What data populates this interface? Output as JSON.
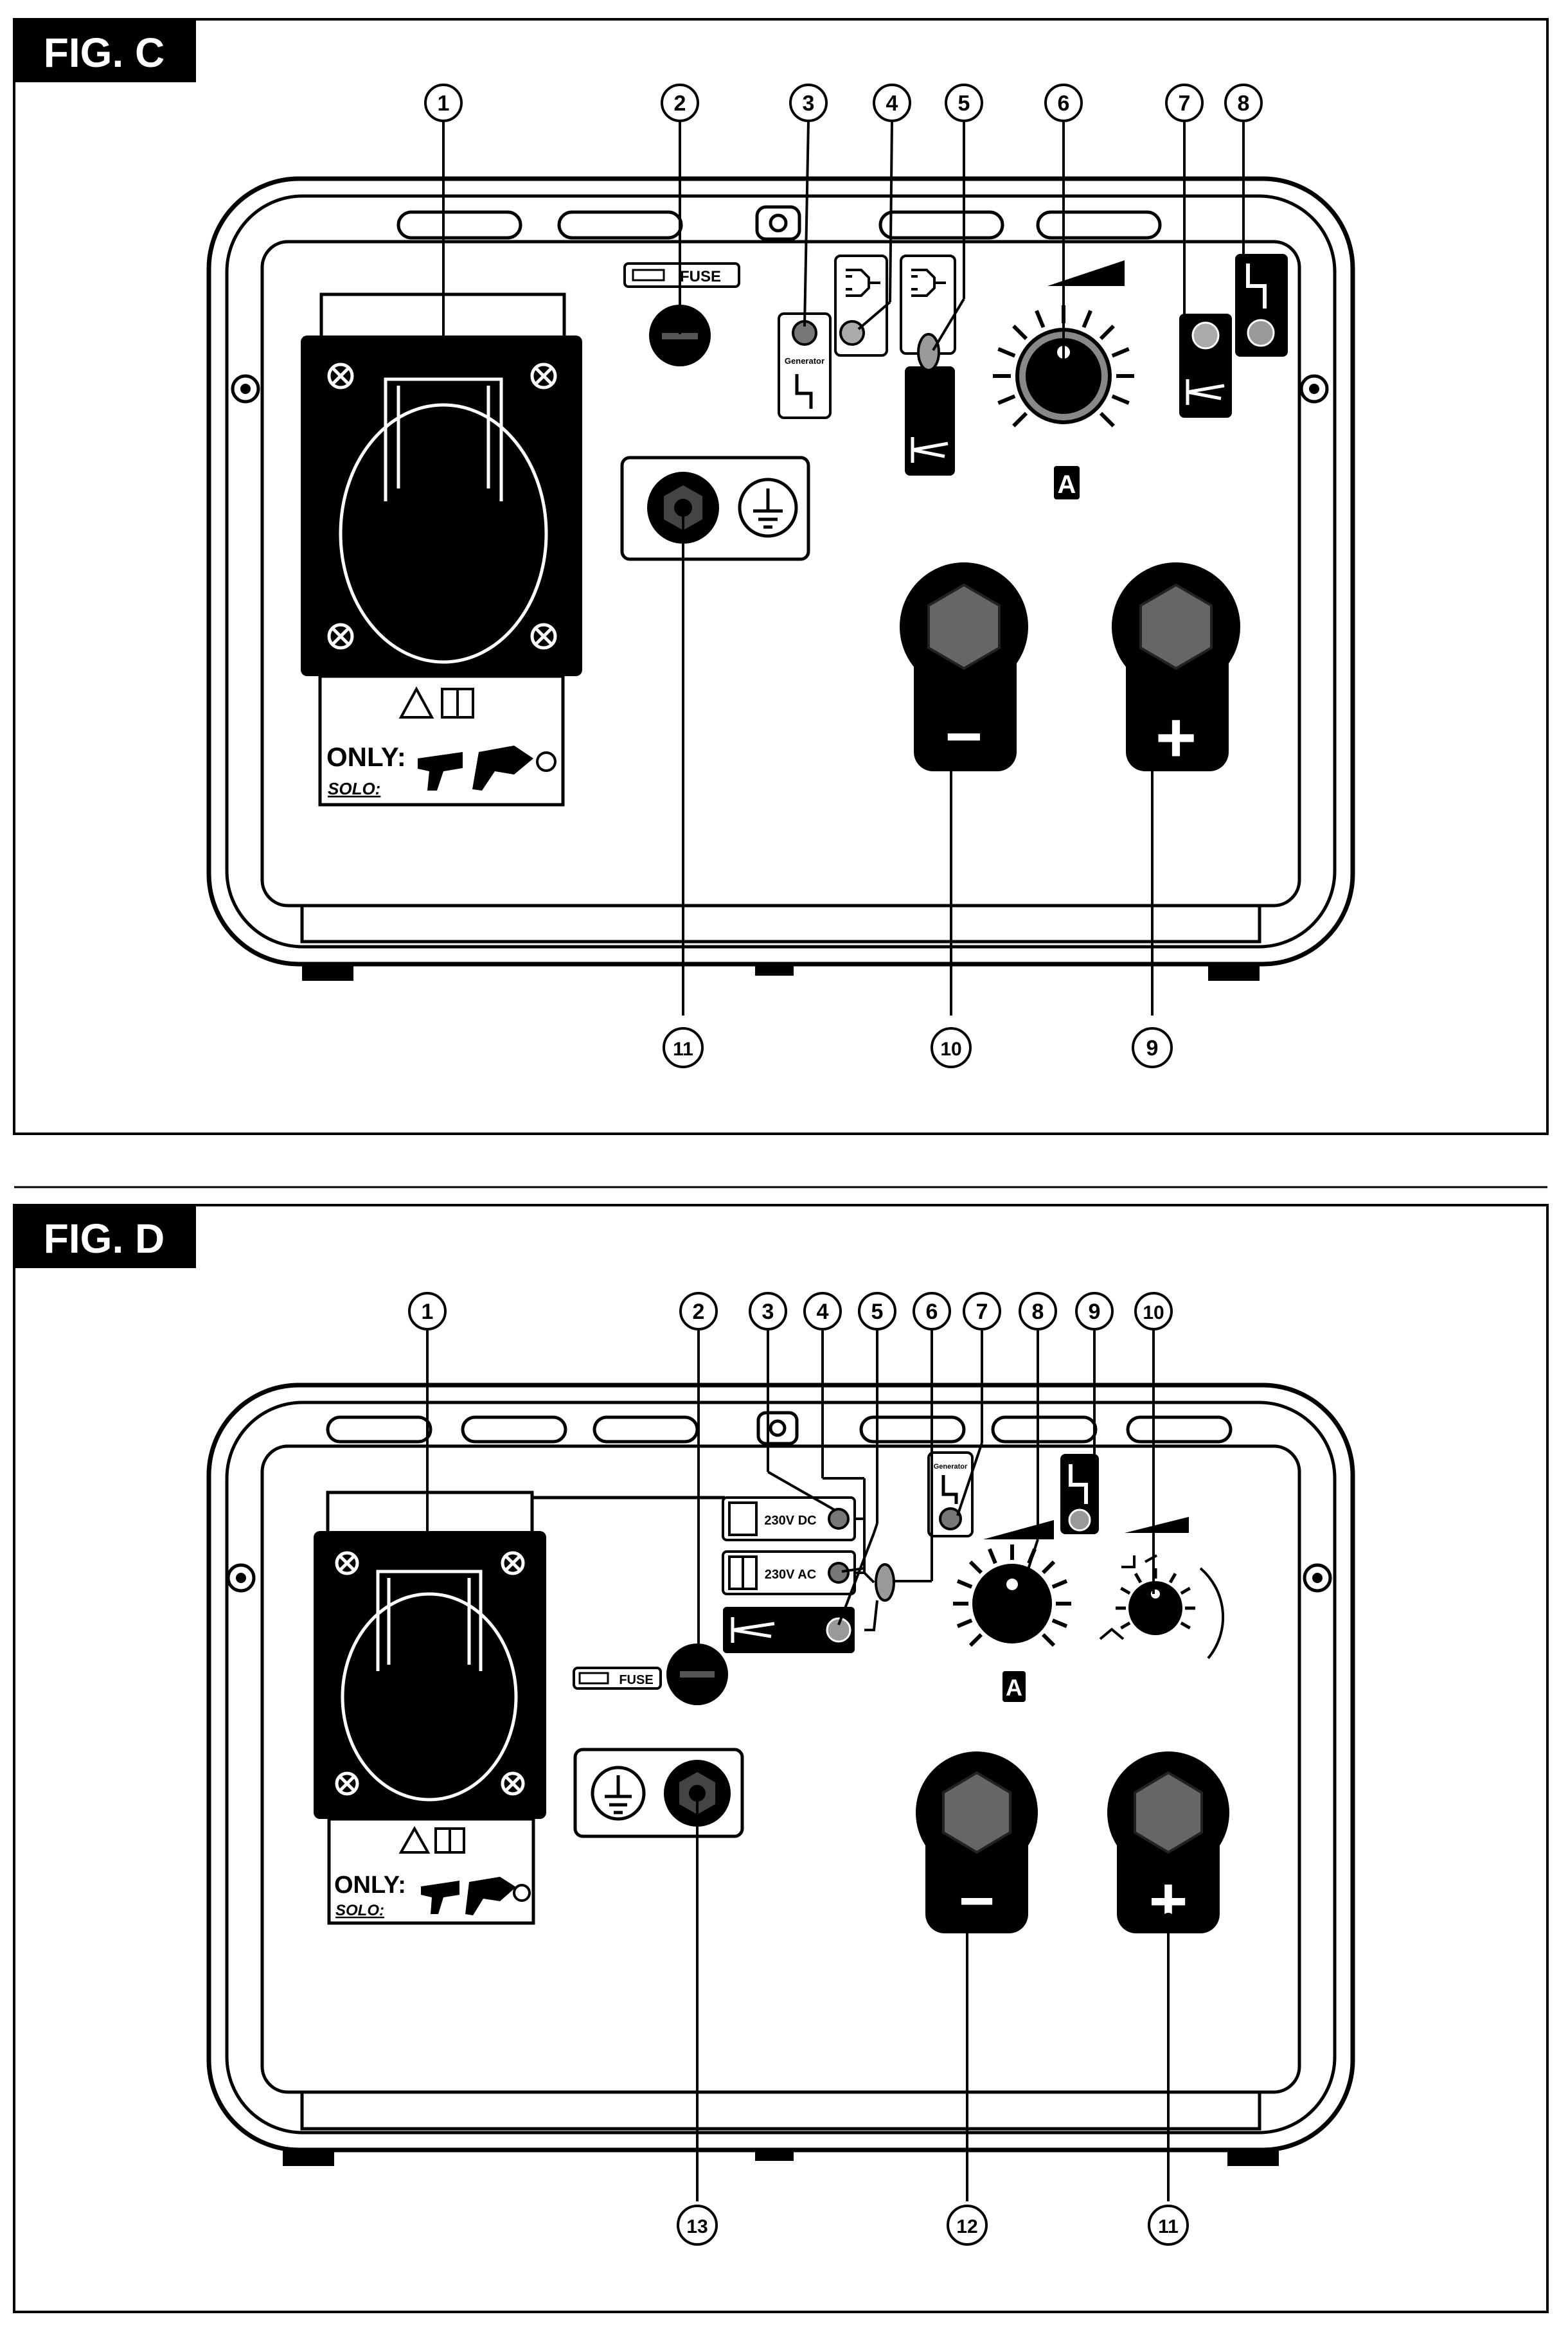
{
  "figures": [
    {
      "title": "FIG. C",
      "callouts": [
        "1",
        "2",
        "3",
        "4",
        "5",
        "6",
        "7",
        "8",
        "9",
        "10",
        "11"
      ],
      "panel": {
        "fuse_label": "FUSE",
        "generator_label": "Generator",
        "amp_label": "A",
        "minus_symbol": "−",
        "plus_symbol": "+",
        "socket_label_primary": "ONLY:",
        "socket_label_secondary": "SOLO:"
      }
    },
    {
      "title": "FIG. D",
      "callouts": [
        "1",
        "2",
        "3",
        "4",
        "5",
        "6",
        "7",
        "8",
        "9",
        "10",
        "11",
        "12",
        "13"
      ],
      "panel": {
        "fuse_label": "FUSE",
        "generator_label": "Generator",
        "dc_label": "230V DC",
        "ac_label": "230V AC",
        "amp_label": "A",
        "minus_symbol": "−",
        "plus_symbol": "+",
        "socket_label_primary": "ONLY:",
        "socket_label_secondary": "SOLO:"
      }
    }
  ],
  "icons": [
    "callout-circle",
    "vent-slot",
    "fuse-icon",
    "plug-icon",
    "torch-icon",
    "knob-icon",
    "ground-symbol-icon",
    "warning-triangle-icon",
    "manual-book-icon",
    "drill-icon",
    "grinder-icon",
    "bulb-icon",
    "socket-icon",
    "terminal-icon"
  ]
}
